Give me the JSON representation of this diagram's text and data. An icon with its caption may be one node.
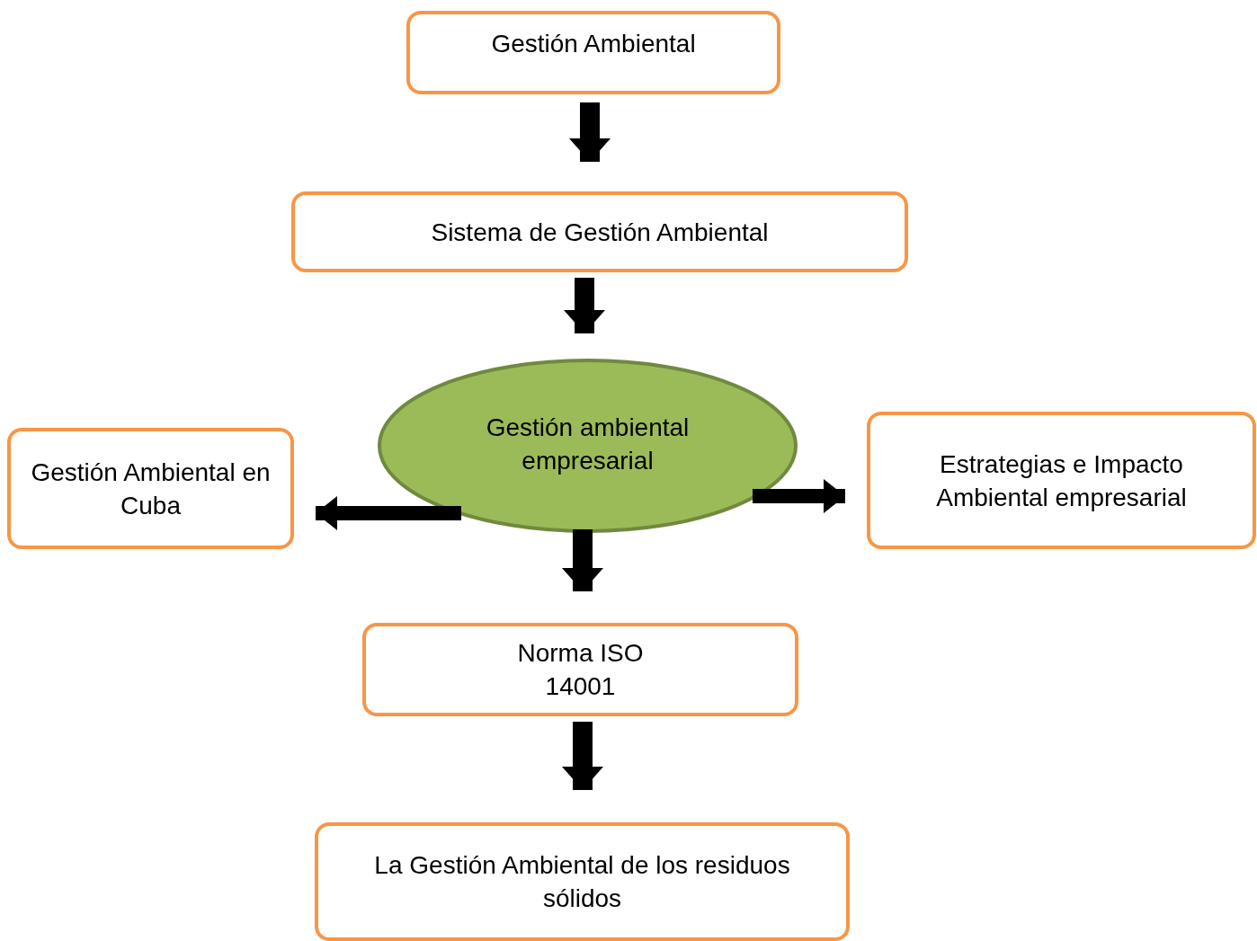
{
  "diagram": {
    "nodes": [
      {
        "text": [
          "Gestión Ambiental"
        ]
      },
      {
        "text": [
          "Sistema de Gestión Ambiental"
        ]
      },
      {
        "text": [
          "Gestión ambiental empresarial"
        ]
      },
      {
        "text": [
          "Gestión Ambiental en Cuba"
        ]
      },
      {
        "text": [
          "Estrategias e Impacto Ambiental empresarial"
        ]
      },
      {
        "text": [
          "Norma ISO 14001"
        ]
      },
      {
        "text": [
          "La Gestión Ambiental de los residuos sólidos"
        ]
      }
    ],
    "edges": [
      {
        "from": 0,
        "to": 1,
        "arrow": "to"
      },
      {
        "from": 1,
        "to": 2,
        "arrow": "to"
      },
      {
        "from": 2,
        "to": 3,
        "arrow": "to"
      },
      {
        "from": 2,
        "to": 4,
        "arrow": "to"
      },
      {
        "from": 2,
        "to": 5,
        "arrow": "to"
      },
      {
        "from": 5,
        "to": 6,
        "arrow": "to"
      }
    ]
  }
}
